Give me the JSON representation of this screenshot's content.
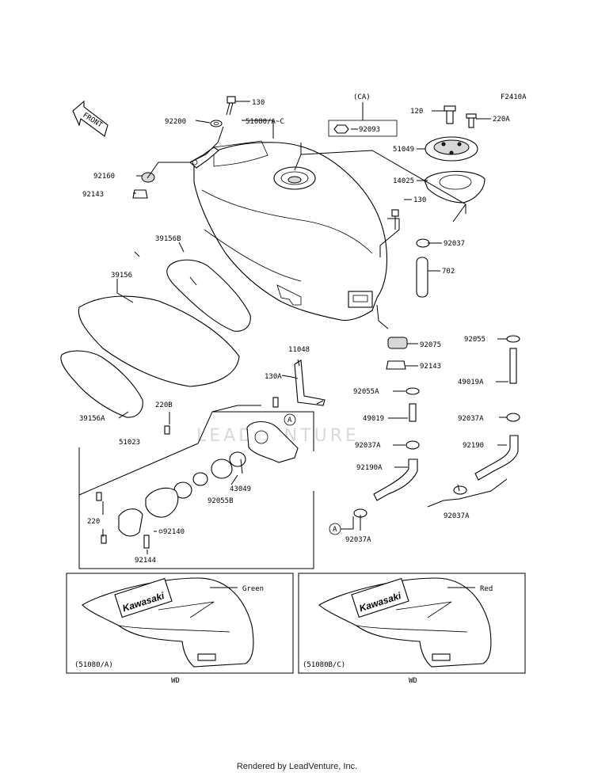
{
  "diagram": {
    "ref_code": "F2410A",
    "front_label": "FRONT",
    "watermark": "LEADVENTURE",
    "labels": {
      "l130_top": "130",
      "l92200": "92200",
      "l51080ac": "51080/A~C",
      "lCA": "(CA)",
      "l92093": "92093",
      "l120": "120",
      "l220A": "220A",
      "l51049": "51049",
      "l14025": "14025",
      "l92160": "92160",
      "l92143_top": "92143",
      "l130_mid": "130",
      "l92037": "92037",
      "l702": "702",
      "l39156B": "39156B",
      "l39156": "39156",
      "l92075": "92075",
      "l92055": "92055",
      "l92143_mid": "92143",
      "l11048": "11048",
      "l49019A": "49019A",
      "l130A": "130A",
      "l92055A": "92055A",
      "l220B": "220B",
      "l49019": "49019",
      "l92037A_r": "92037A",
      "l39156A": "39156A",
      "l51023": "51023",
      "l92037A_c": "92037A",
      "l92190": "92190",
      "l92190A": "92190A",
      "l43049": "43049",
      "l92055B": "92055B",
      "l220": "220",
      "l92037A_b": "92037A",
      "l92140": "92140",
      "l92037A_bl": "92037A",
      "l92144": "92144",
      "circleA1": "A",
      "circleA2": "A"
    },
    "variants": [
      {
        "code": "(51080/A)",
        "color": "Green",
        "brand": "Kawasaki",
        "footnote": "WD"
      },
      {
        "code": "(51080B/C)",
        "color": "Red",
        "brand": "Kawasaki",
        "footnote": "WD"
      }
    ]
  },
  "footer": {
    "text": "Rendered by LeadVenture, Inc."
  }
}
